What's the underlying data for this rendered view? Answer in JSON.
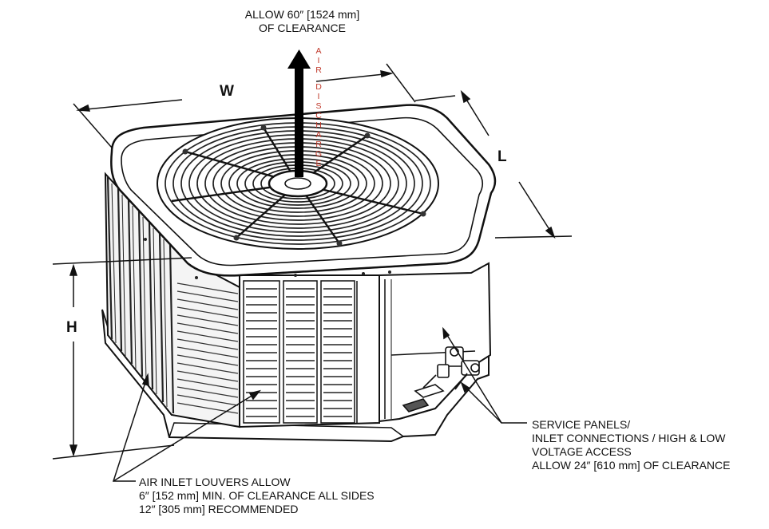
{
  "top_note": {
    "line1": "ALLOW 60″ [1524 mm]",
    "line2": "OF CLEARANCE"
  },
  "air_discharge": {
    "word1": "AIR",
    "word2": "DISCHARGE"
  },
  "dimensions": {
    "width": "W",
    "length": "L",
    "height": "H"
  },
  "service_note": {
    "line1": "SERVICE PANELS/",
    "line2": "INLET CONNECTIONS / HIGH & LOW",
    "line3": "VOLTAGE ACCESS",
    "line4": "ALLOW 24″ [610 mm] OF CLEARANCE"
  },
  "louver_note": {
    "line1": "AIR INLET LOUVERS ALLOW",
    "line2": "6″ [152 mm] MIN. OF CLEARANCE ALL SIDES",
    "line3": "12″ [305 mm] RECOMMENDED"
  }
}
